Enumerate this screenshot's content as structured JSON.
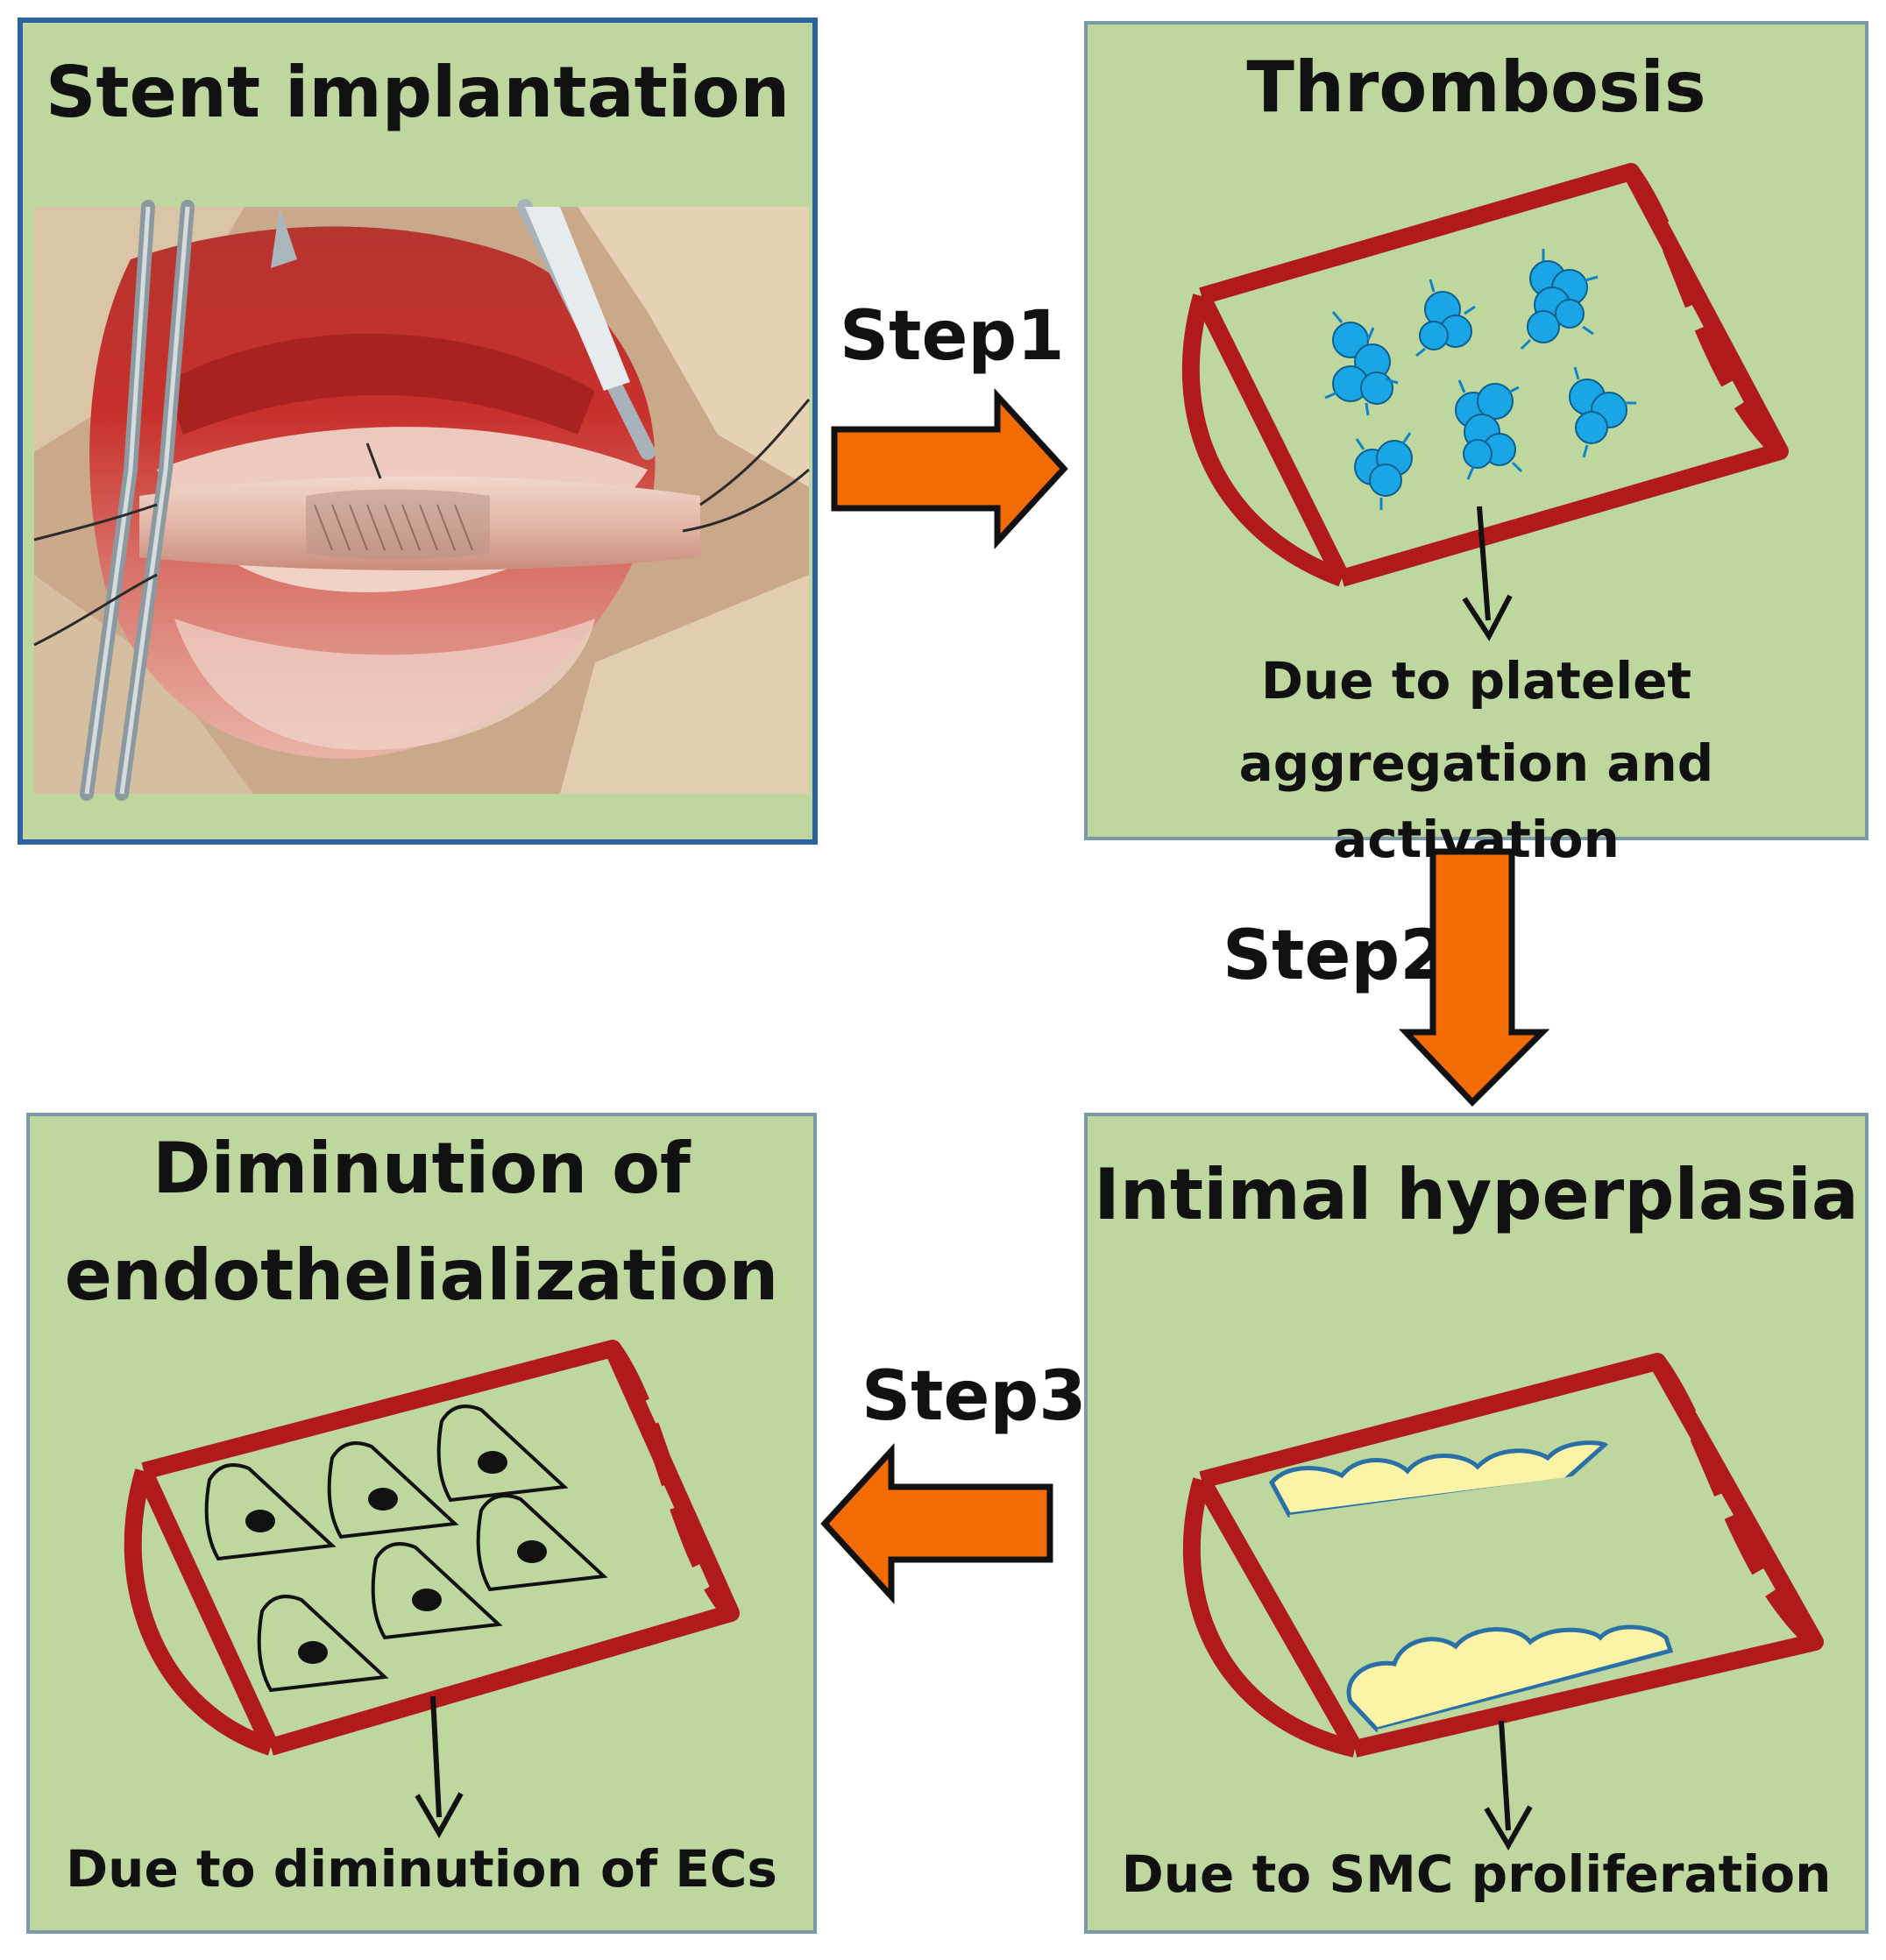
{
  "panels": {
    "stent": {
      "title": "Stent implantation"
    },
    "thrombosis": {
      "title": "Thrombosis",
      "caption_line1": "Due to platelet",
      "caption_line2": "aggregation and activation"
    },
    "hyperplasia": {
      "title": "Intimal hyperplasia",
      "caption": "Due to SMC proliferation"
    },
    "endothelial": {
      "title_line1": "Diminution of",
      "title_line2": "endothelialization",
      "caption": "Due to diminution  of ECs"
    }
  },
  "steps": {
    "step1": "Step1",
    "step2": "Step2",
    "step3": "Step3"
  },
  "colors": {
    "panel_fill": "#bdd79f",
    "vessel": "#b01a1a",
    "arrow_fill": "#f26b05",
    "platelet": "#1aa6e6",
    "smc": "#fbf3a6",
    "smc_outline": "#2a6fa6"
  }
}
